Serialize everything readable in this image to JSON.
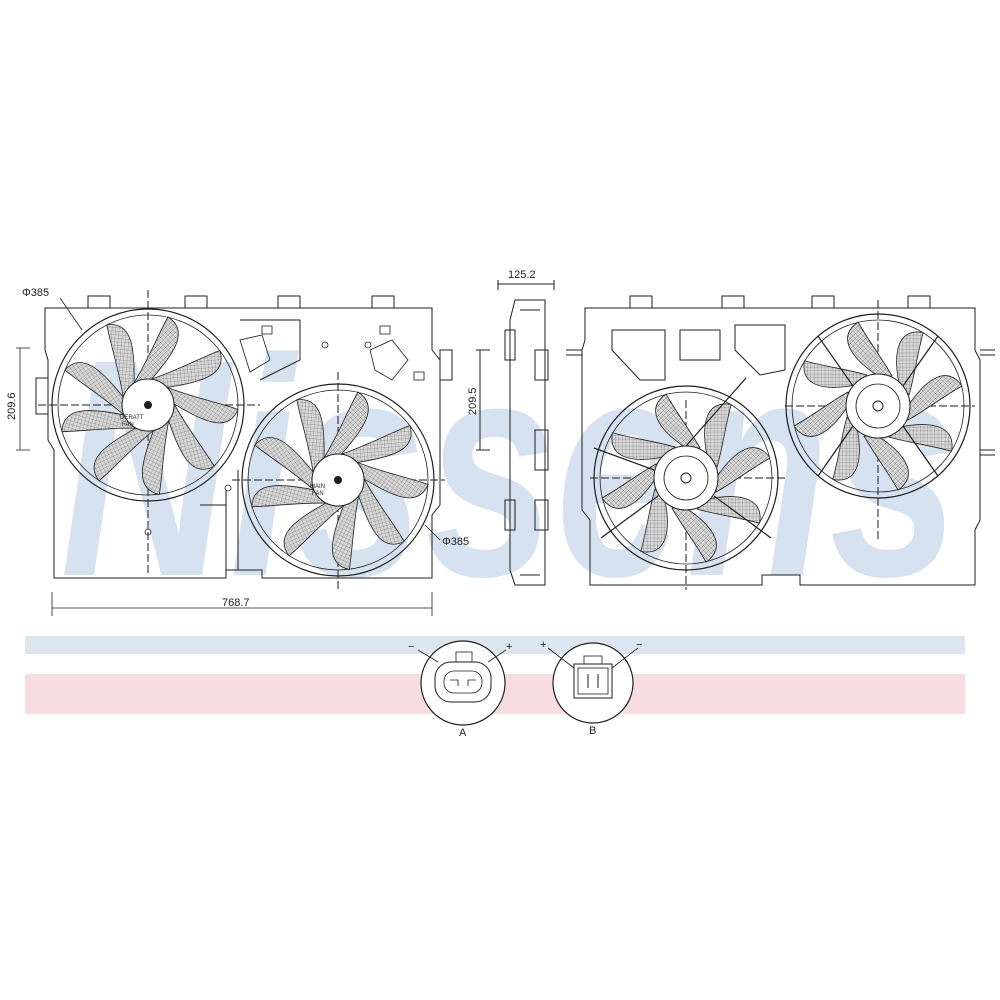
{
  "watermark": {
    "text": "Nissens",
    "color": "#c9d9ea"
  },
  "colors": {
    "line": "#1e1e1e",
    "blade": "#cccccc",
    "blade_edge": "#222222",
    "stripe_blue": "#dbe6f1",
    "stripe_pink": "#f7dce2"
  },
  "front_view": {
    "fan_left": {
      "diameter": "Φ385",
      "hub_text_1": "DERATT",
      "hub_text_2": "FAN"
    },
    "fan_right": {
      "diameter": "Φ385",
      "hub_text_1": "MAIN",
      "hub_text_2": "FAN"
    },
    "dim_height": "209.6",
    "dim_width": "768.7"
  },
  "side_view": {
    "dim_depth": "125.2",
    "dim_height": "209.5"
  },
  "connectors": [
    {
      "id": "A",
      "label": "A",
      "minus": "−",
      "plus": "+"
    },
    {
      "id": "B",
      "label": "B",
      "minus": "−",
      "plus": "+"
    }
  ]
}
